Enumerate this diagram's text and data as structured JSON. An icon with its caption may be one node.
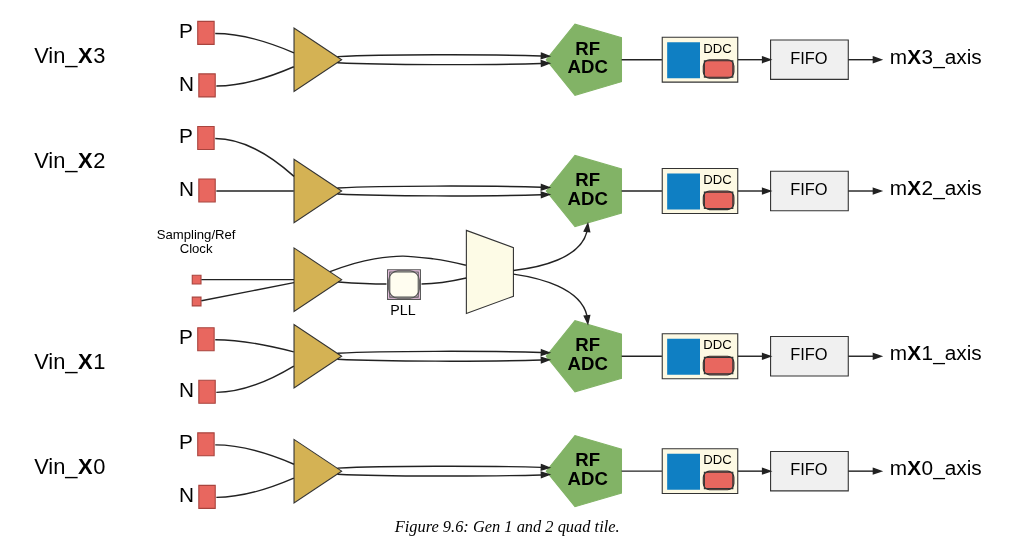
{
  "diagram": {
    "caption": "Figure 9.6: Gen 1 and 2 quad tile.",
    "nodes": [
      {
        "text": [],
        "shape": "box",
        "beside": [
          "P"
        ]
      },
      {
        "text": [],
        "shape": "box",
        "beside": [
          "N"
        ]
      },
      {
        "text": [],
        "shape": "triangle"
      },
      {
        "text": [
          "RF ADC"
        ]
      },
      {
        "text": [
          "DDC"
        ]
      },
      {
        "text": [
          "FIFO"
        ]
      },
      {
        "text": [
          "m**X**3_axis"
        ]
      },
      {
        "text": [],
        "shape": "box",
        "beside": [
          "P"
        ]
      },
      {
        "text": [],
        "shape": "box",
        "beside": [
          "N"
        ]
      },
      {
        "text": [],
        "shape": "triangle"
      },
      {
        "text": [
          "RF ADC"
        ]
      },
      {
        "text": [
          "DDC"
        ]
      },
      {
        "text": [
          "FIFO"
        ]
      },
      {
        "text": [
          "m**X**2_axis"
        ]
      },
      {
        "text": [],
        "shape": "box"
      },
      {
        "text": [],
        "shape": "box"
      },
      {
        "text": [],
        "shape": "triangle"
      },
      {
        "text": [],
        "shape": "box",
        "beside": [
          "PLL"
        ]
      },
      {
        "text": [],
        "shape": "trapezoid"
      },
      {
        "text": [],
        "shape": "box",
        "beside": [
          "P"
        ]
      },
      {
        "text": [],
        "shape": "box",
        "beside": [
          "N"
        ]
      },
      {
        "text": [],
        "shape": "triangle"
      },
      {
        "text": [
          "RF ADC"
        ]
      },
      {
        "text": [
          "DDC"
        ]
      },
      {
        "text": [
          "FIFO"
        ]
      },
      {
        "text": [
          "m**X**1_axis"
        ]
      },
      {
        "text": [],
        "shape": "box",
        "beside": [
          "P"
        ]
      },
      {
        "text": [],
        "shape": "box",
        "beside": [
          "N"
        ]
      },
      {
        "text": [],
        "shape": "triangle"
      },
      {
        "text": [
          "RF ADC"
        ]
      },
      {
        "text": [
          "DDC"
        ]
      },
      {
        "text": [
          "FIFO"
        ]
      },
      {
        "text": [
          "m**X**0_axis"
        ]
      }
    ],
    "edges": [
      {
        "from": 0,
        "to": 2,
        "arrow": "none"
      },
      {
        "from": 1,
        "to": 2,
        "arrow": "none"
      },
      {
        "from": 2,
        "to": 3,
        "arrow": "to"
      },
      {
        "from": 2,
        "to": 3,
        "arrow": "to"
      },
      {
        "from": 3,
        "to": 4,
        "arrow": "none"
      },
      {
        "from": 4,
        "to": 5,
        "arrow": "to"
      },
      {
        "from": 5,
        "to": 6,
        "arrow": "to"
      },
      {
        "from": 7,
        "to": 9,
        "arrow": "none"
      },
      {
        "from": 8,
        "to": 9,
        "arrow": "none"
      },
      {
        "from": 9,
        "to": 10,
        "arrow": "to"
      },
      {
        "from": 9,
        "to": 10,
        "arrow": "to"
      },
      {
        "from": 10,
        "to": 11,
        "arrow": "none"
      },
      {
        "from": 11,
        "to": 12,
        "arrow": "to"
      },
      {
        "from": 12,
        "to": 13,
        "arrow": "to"
      },
      {
        "from": 14,
        "to": 16,
        "arrow": "none"
      },
      {
        "from": 15,
        "to": 16,
        "arrow": "none"
      },
      {
        "from": 16,
        "to": 18,
        "arrow": "none"
      },
      {
        "from": 16,
        "to": 17,
        "arrow": "none"
      },
      {
        "from": 17,
        "to": 18,
        "arrow": "none"
      },
      {
        "from": 18,
        "to": 10,
        "arrow": "to"
      },
      {
        "from": 18,
        "to": 22,
        "arrow": "to"
      },
      {
        "from": 19,
        "to": 21,
        "arrow": "none"
      },
      {
        "from": 20,
        "to": 21,
        "arrow": "none"
      },
      {
        "from": 21,
        "to": 22,
        "arrow": "to"
      },
      {
        "from": 21,
        "to": 22,
        "arrow": "to"
      },
      {
        "from": 22,
        "to": 23,
        "arrow": "none"
      },
      {
        "from": 23,
        "to": 24,
        "arrow": "to"
      },
      {
        "from": 24,
        "to": 25,
        "arrow": "to"
      },
      {
        "from": 26,
        "to": 28,
        "arrow": "none"
      },
      {
        "from": 27,
        "to": 28,
        "arrow": "none"
      },
      {
        "from": 28,
        "to": 29,
        "arrow": "to"
      },
      {
        "from": 28,
        "to": 29,
        "arrow": "to"
      },
      {
        "from": 29,
        "to": 30,
        "arrow": "none"
      },
      {
        "from": 30,
        "to": 31,
        "arrow": "to"
      },
      {
        "from": 31,
        "to": 32,
        "arrow": "to"
      }
    ],
    "labels": [
      "Vin_**X**3",
      "Vin_**X**2",
      "Sampling/Ref Clock",
      "Vin_**X**1",
      "Vin_**X**0"
    ]
  }
}
